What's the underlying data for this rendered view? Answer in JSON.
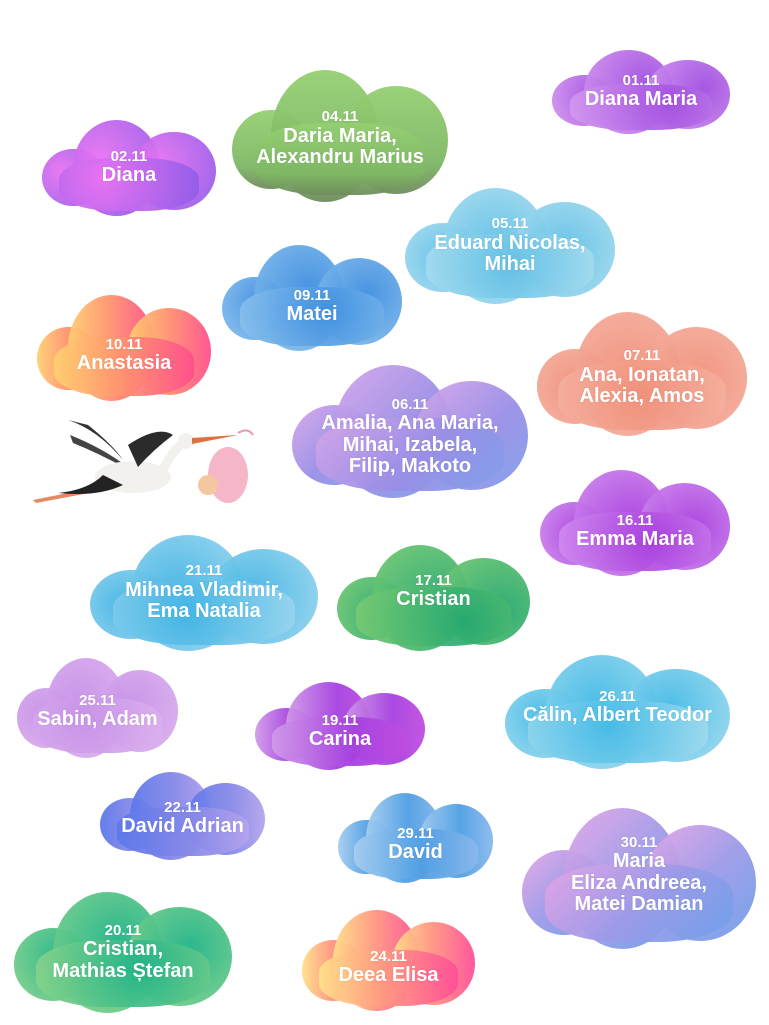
{
  "clouds": [
    {
      "date": "01.11",
      "names": "Diana Maria",
      "color": "#b65de3"
    },
    {
      "date": "02.11",
      "names": "Diana",
      "color": "#d068ee"
    },
    {
      "date": "04.11",
      "names": "Daria Maria,\nAlexandru Marius",
      "color": "#84c06a"
    },
    {
      "date": "05.11",
      "names": "Eduard Nicolas,\nMihai",
      "color": "#78c8e8"
    },
    {
      "date": "09.11",
      "names": "Matei",
      "color": "#4e9fe2"
    },
    {
      "date": "10.11",
      "names": "Anastasia",
      "color": "#ff8a7a"
    },
    {
      "date": "07.11",
      "names": "Ana, Ionatan,\nAlexia, Amos",
      "color": "#f2987e"
    },
    {
      "date": "06.11",
      "names": "Amalia, Ana Maria,\nMihai, Izabela,\nFilip, Makoto",
      "color": "#ae98e6"
    },
    {
      "date": "16.11",
      "names": "Emma Maria",
      "color": "#b450e0"
    },
    {
      "date": "21.11",
      "names": "Mihnea Vladimir,\nEma Natalia",
      "color": "#5cc0e6"
    },
    {
      "date": "17.11",
      "names": "Cristian",
      "color": "#43b56e"
    },
    {
      "date": "25.11",
      "names": "Sabin, Adam",
      "color": "#c69ae8"
    },
    {
      "date": "19.11",
      "names": "Carina",
      "color": "#b062e0"
    },
    {
      "date": "26.11",
      "names": "Călin, Albert Teodor",
      "color": "#6cc6e8"
    },
    {
      "date": "22.11",
      "names": "David Adrian",
      "color": "#6a80e8"
    },
    {
      "date": "29.11",
      "names": "David",
      "color": "#6aaee6"
    },
    {
      "date": "30.11",
      "names": "Maria\nEliza Andreea,\nMatei Damian",
      "color": "#a69ce8"
    },
    {
      "date": "20.11",
      "names": "Cristian,\nMathias Ștefan",
      "color": "#4cc28a"
    },
    {
      "date": "24.11",
      "names": "Deea Elisa",
      "color": "#ff8e86"
    }
  ]
}
